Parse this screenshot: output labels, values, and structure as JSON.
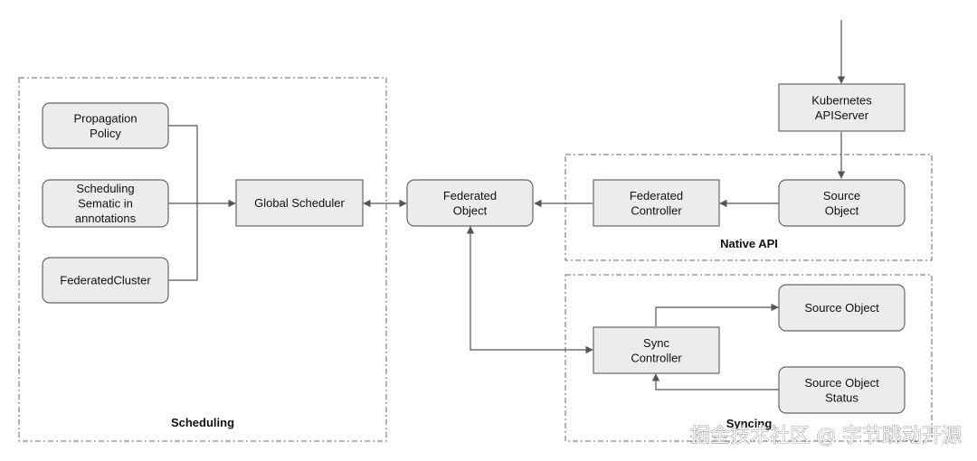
{
  "groups": {
    "scheduling": "Scheduling",
    "native_api": "Native API",
    "syncing": "Syncing"
  },
  "nodes": {
    "propagation_policy": [
      "Propagation",
      "Policy"
    ],
    "scheduling_sematic": [
      "Scheduling",
      "Sematic in",
      "annotations"
    ],
    "federated_cluster": [
      "FederatedCluster"
    ],
    "global_scheduler": [
      "Global Scheduler"
    ],
    "federated_object": [
      "Federated",
      "Object"
    ],
    "federated_controller": [
      "Federated",
      "Controller"
    ],
    "kubernetes_apiserver": [
      "Kubernetes",
      "APIServer"
    ],
    "source_object_native": [
      "Source",
      "Object"
    ],
    "sync_controller": [
      "Sync",
      "Controller"
    ],
    "source_object_sync": [
      "Source Object"
    ],
    "source_object_status": [
      "Source Object",
      "Status"
    ]
  },
  "watermark": "掘金技术社区 @ 字节跳动开源"
}
